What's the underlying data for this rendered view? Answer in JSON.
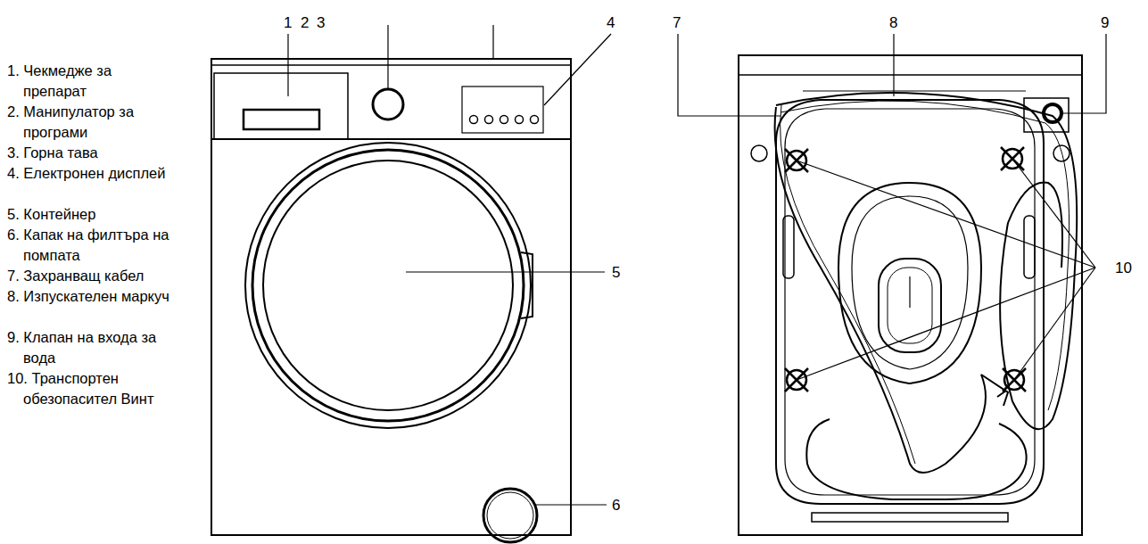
{
  "diagram": {
    "labels": [
      "1. Чекмедже за препарат",
      "2. Манипулатор за програми",
      "3. Горна тава",
      "4. Електронен дисплей",
      "5. Контейнер",
      "6. Капак на филтъра на помпата",
      "7. Захранващ кабел",
      "8. Изпускателен маркуч",
      "9. Клапан на входа за вода",
      "10. Транспортен обезопасител Винт",
      "1",
      "2",
      "3",
      "4",
      "5",
      "6",
      "7",
      "8",
      "9",
      "10"
    ]
  }
}
